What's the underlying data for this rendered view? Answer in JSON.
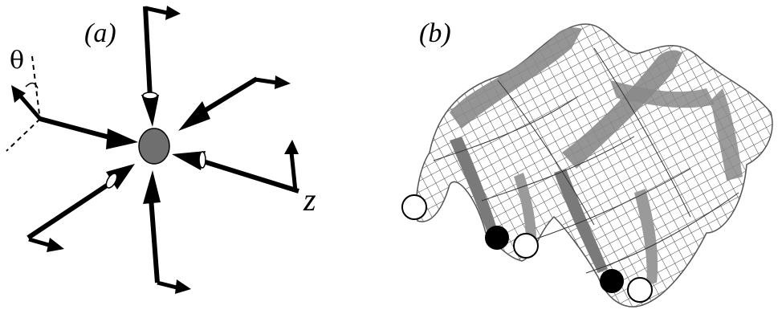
{
  "figure": {
    "panel_a": {
      "label": "(a)",
      "angle_symbol": "θ",
      "axis_symbol": "z",
      "beam_count": 6,
      "center_ion_color": "#6f6f6f"
    },
    "panel_b": {
      "label": "(b)",
      "surface_color": "#8a8a8a",
      "filled_markers": 2,
      "open_markers": 3
    }
  }
}
